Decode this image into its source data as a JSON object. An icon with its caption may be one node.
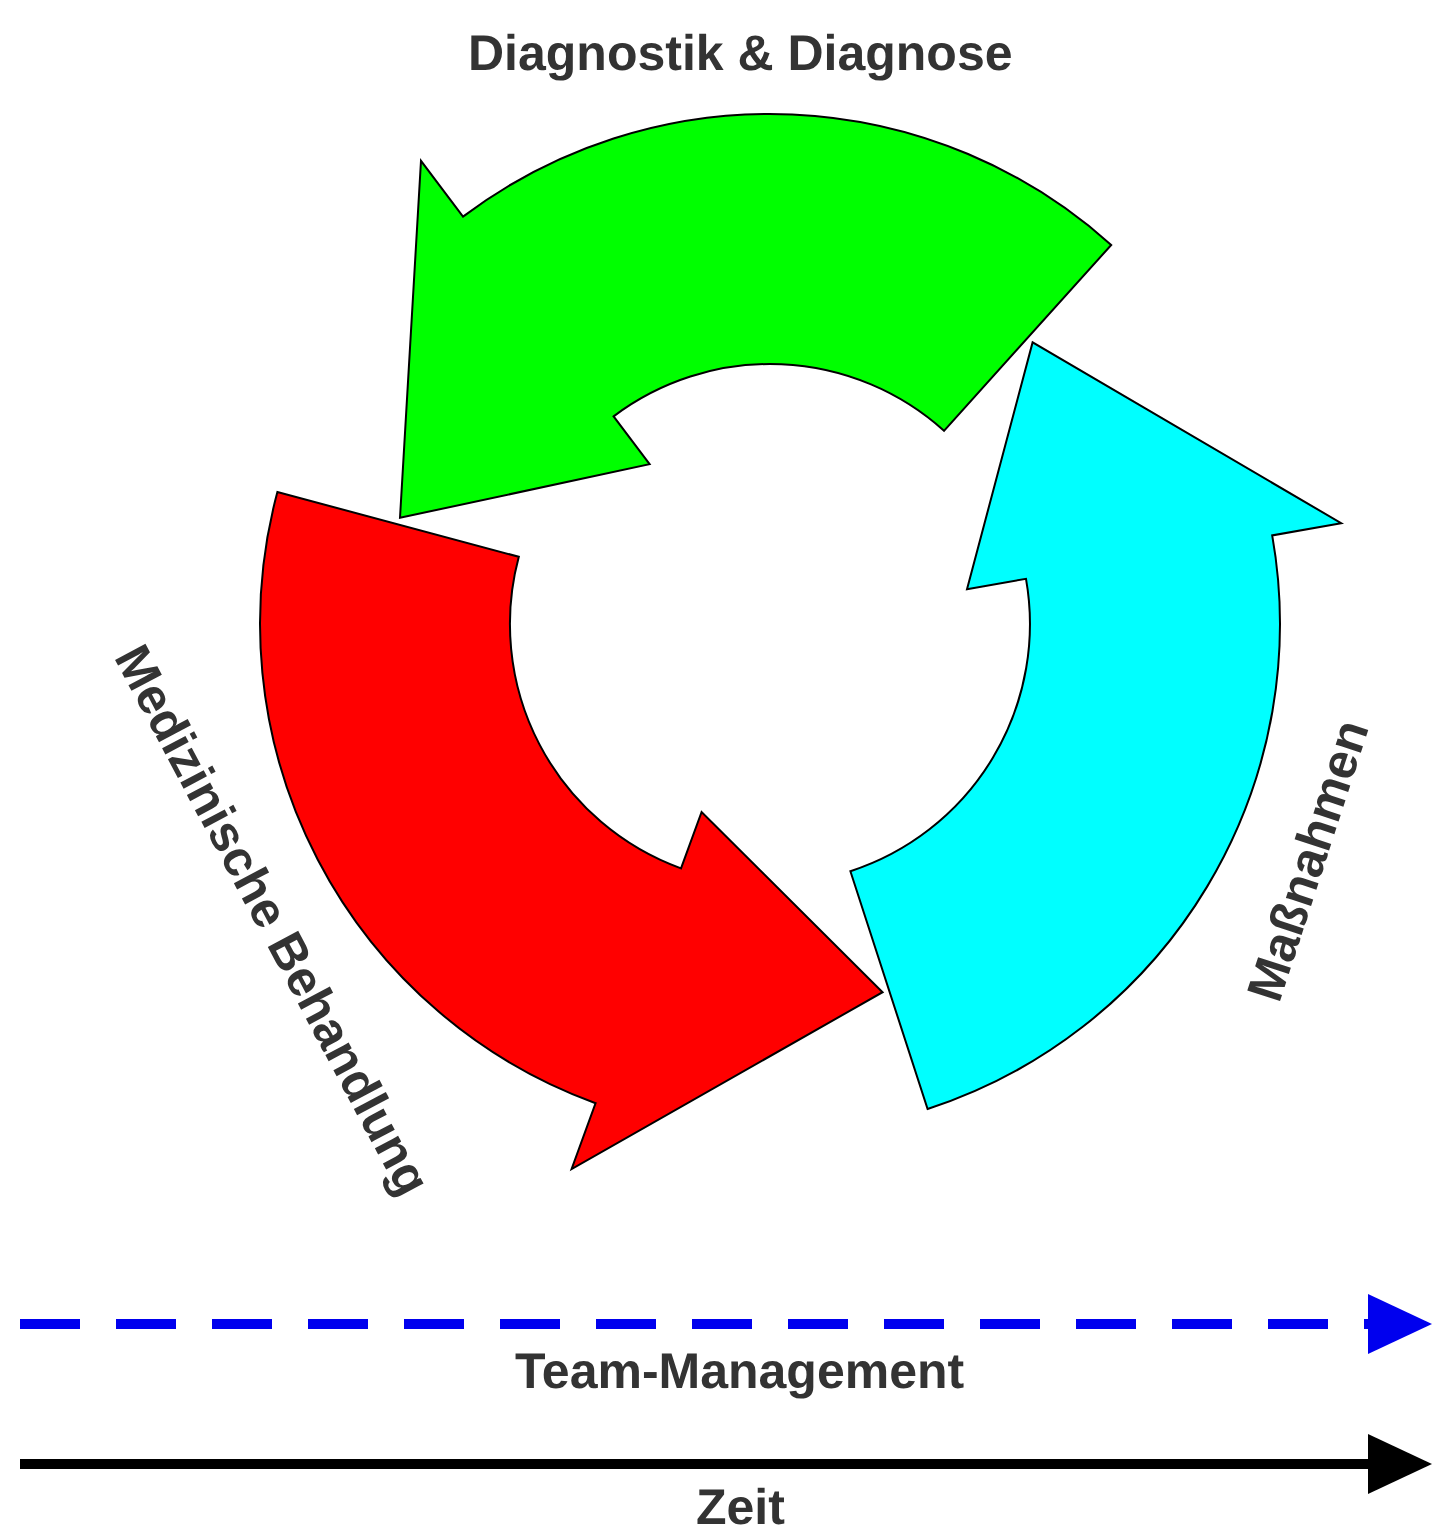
{
  "diagram": {
    "nodes": [
      {
        "text": [
          "Diagnostik & Diagnose"
        ]
      },
      {
        "text": [
          "Medizinische Behandlung"
        ]
      },
      {
        "text": [
          "Maßnahmen"
        ]
      }
    ],
    "edges": [
      {
        "from": 0,
        "to": 1,
        "arrow": "to",
        "color": "#00ff00"
      },
      {
        "from": 1,
        "to": 2,
        "arrow": "to",
        "color": "#ff0000"
      },
      {
        "from": 2,
        "to": 0,
        "arrow": "to",
        "color": "#00ffff"
      }
    ],
    "labels": [
      "Team-Management",
      "Zeit"
    ]
  }
}
